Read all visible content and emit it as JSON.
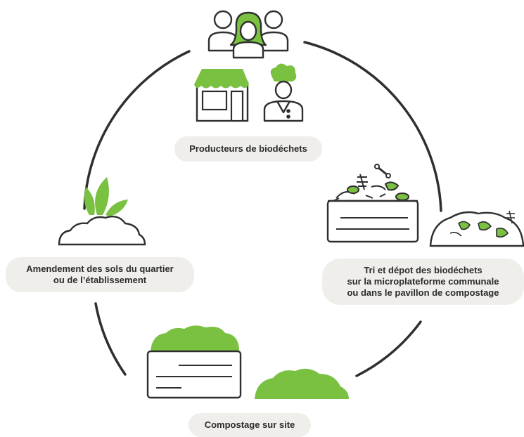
{
  "cycle": {
    "steps": [
      {
        "id": "producers",
        "lines": [
          "Producteurs de biodéchets"
        ]
      },
      {
        "id": "sorting",
        "lines": [
          "Tri et dépot des biodéchets",
          "sur la microplateforme communale",
          "ou dans le pavillon de compostage"
        ]
      },
      {
        "id": "composting",
        "lines": [
          "Compostage sur site"
        ]
      },
      {
        "id": "amendment",
        "lines": [
          "Amendement des sols du quartier",
          "ou de l’établissement"
        ]
      }
    ]
  },
  "colors": {
    "accent_green": "#7ac142",
    "outline": "#2f2f2f",
    "label_background": "#efeeea",
    "background": "#ffffff"
  },
  "icons": [
    "people-group-icon",
    "shop-icon",
    "chef-icon",
    "compost-bin-icon",
    "waste-heap-icon",
    "compost-heap-icon",
    "sprout-mound-icon"
  ]
}
